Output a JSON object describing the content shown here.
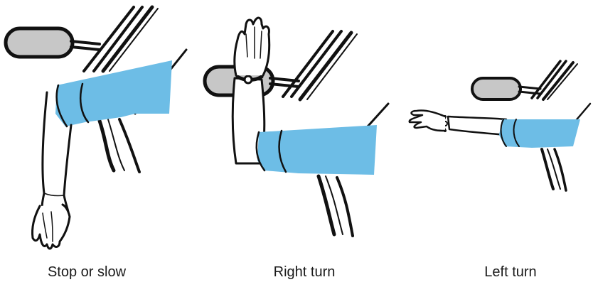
{
  "colors": {
    "sleeve": "#6dbde6",
    "mirror": "#c7c7c7",
    "ink": "#111111"
  },
  "panels": [
    {
      "caption": "Stop or slow",
      "icon": "arm-down-signal-icon"
    },
    {
      "caption": "Right turn",
      "icon": "arm-up-signal-icon"
    },
    {
      "caption": "Left turn",
      "icon": "arm-straight-signal-icon"
    }
  ]
}
